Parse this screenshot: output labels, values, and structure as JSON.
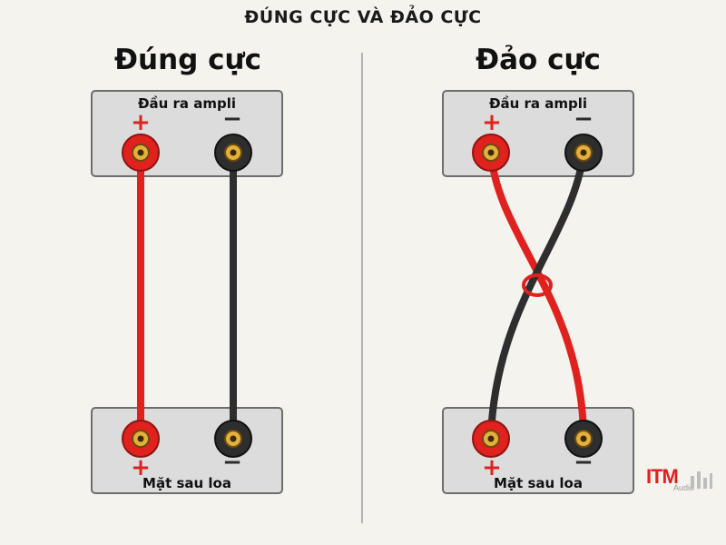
{
  "header": {
    "title": "ĐÚNG CỰC VÀ ĐẢO CỰC"
  },
  "panels": {
    "left": {
      "title": "Đúng cực"
    },
    "right": {
      "title": "Đảo cực"
    }
  },
  "labels": {
    "amp": "Đầu ra ampli",
    "speaker": "Mặt sau loa",
    "plus": "+",
    "minus": "−"
  },
  "colors": {
    "positive": "#e0211d",
    "negative": "#2e2e2e",
    "box_fill": "#dcdcdc",
    "box_border": "#6d6d6d",
    "divider": "#b3b3b3"
  },
  "logo": {
    "text": "ITM",
    "sub": "Audio"
  }
}
